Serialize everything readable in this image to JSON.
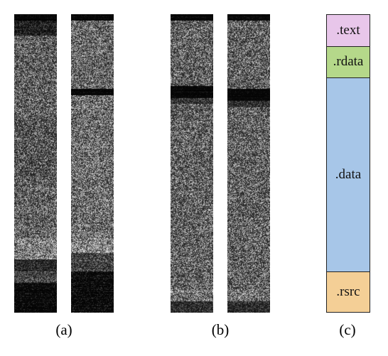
{
  "captions": {
    "a": "(a)",
    "b": "(b)",
    "c": "(c)"
  },
  "sections": [
    {
      "label": ".text",
      "fraction": 0.105,
      "color": "#e8c6ea"
    },
    {
      "label": ".rdata",
      "fraction": 0.105,
      "color": "#b5d88a"
    },
    {
      "label": ".data",
      "fraction": 0.655,
      "color": "#a7c6e8"
    },
    {
      "label": ".rsrc",
      "fraction": 0.135,
      "color": "#f4cf96"
    }
  ]
}
